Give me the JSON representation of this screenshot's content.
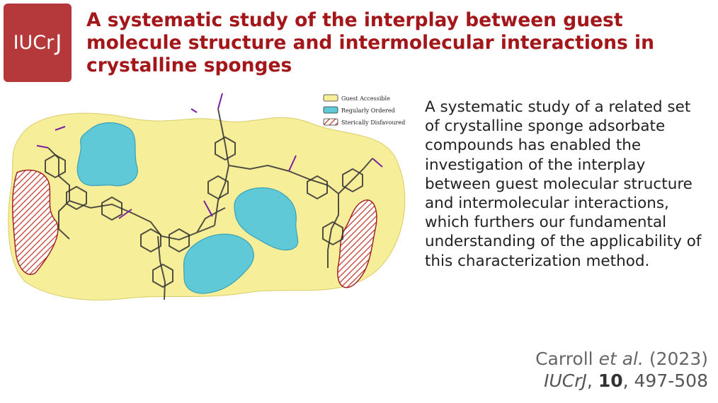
{
  "logo": {
    "prefix": "IUCr",
    "suffix": "J"
  },
  "title": "A systematic study of the interplay between guest molecule structure and intermolecular interactions in crystalline sponges",
  "figure": {
    "legend": [
      {
        "label": "Guest Accessible",
        "color": "#f7ee9a"
      },
      {
        "label": "Regularly Ordered",
        "color": "#5fc9d8"
      },
      {
        "label": "Sterically Disfavoured",
        "color": "#c0392b"
      }
    ]
  },
  "summary": "A systematic study of a related set of crystalline sponge adsorbate compounds has enabled the investigation of the interplay between guest molecular structure and intermolecular interactions, which furthers our fundamental understanding of the applicability of this characterization method.",
  "citation": {
    "author": "Carroll",
    "etal": "et al.",
    "year": "(2023)",
    "journal": "IUCrJ",
    "volume": "10",
    "pages": "497-508"
  }
}
